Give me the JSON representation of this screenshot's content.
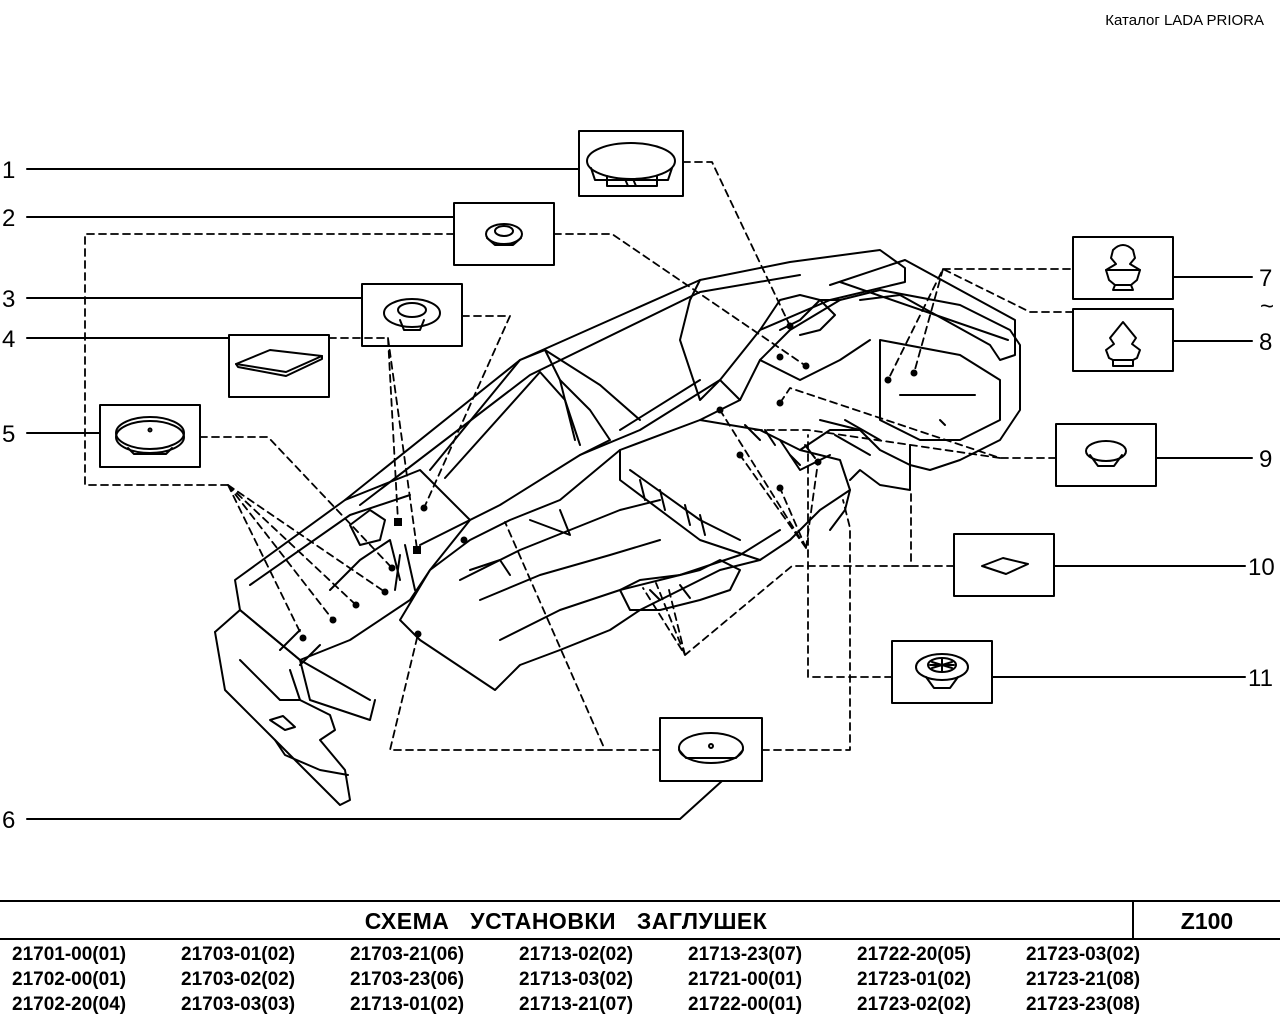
{
  "catalog": "Каталог  LADA  PRIORA",
  "title": "СХЕМА   УСТАНОВКИ   ЗАГЛУШЕК",
  "sheet_code": "Z100",
  "callouts": [
    "1",
    "2",
    "3",
    "4",
    "5",
    "6",
    "7",
    "~",
    "8",
    "9",
    "10",
    "11"
  ],
  "codes": [
    [
      "21701-00(01)",
      "21702-00(01)",
      "21702-20(04)"
    ],
    [
      "21703-01(02)",
      "21703-02(02)",
      "21703-03(03)"
    ],
    [
      "21703-21(06)",
      "21703-23(06)",
      "21713-01(02)"
    ],
    [
      "21713-02(02)",
      "21713-03(02)",
      "21713-21(07)"
    ],
    [
      "21713-23(07)",
      "21721-00(01)",
      "21722-00(01)"
    ],
    [
      "21722-20(05)",
      "21723-01(02)",
      "21723-02(02)"
    ],
    [
      "21723-03(02)",
      "21723-21(08)",
      "21723-23(08)"
    ]
  ]
}
